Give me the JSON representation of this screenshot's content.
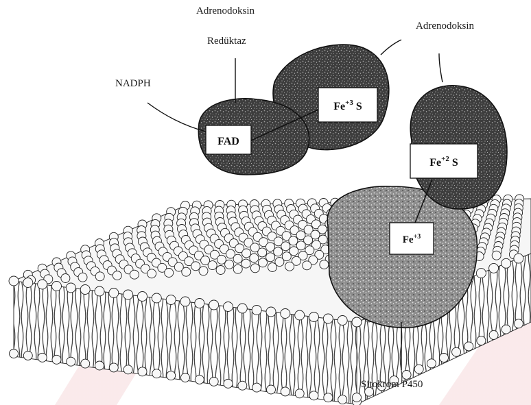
{
  "labels": {
    "adrenodoksin_reduktaz_line1": "Adrenodoksin",
    "adrenodoksin_reduktaz_line2": "Redüktaz",
    "adrenodoksin": "Adrenodoksin",
    "nadph": "NADPH",
    "sitokrom": "Sitokrom P450"
  },
  "cofactors": {
    "fad": "FAD",
    "fe_adrenodoksin_reduktaz": {
      "base": "Fe",
      "sup": "+3",
      "tail": " S"
    },
    "fe_adrenodoksin": {
      "base": "Fe",
      "sup": "+2",
      "tail": " S"
    },
    "fe_sitokrom": {
      "base": "Fe",
      "sup": "+3"
    }
  },
  "colors": {
    "protein_fill": "#4a4a4a",
    "membrane_head": "#f4f4f4",
    "membrane_tail": "#555555",
    "watermark": "#c9303a"
  }
}
